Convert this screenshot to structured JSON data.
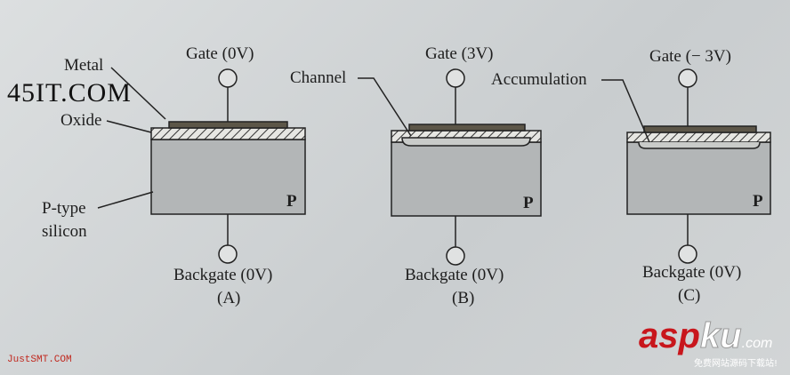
{
  "devices": [
    {
      "gate": "Gate (0V)",
      "backgate": "Backgate (0V)",
      "caption": "(A)",
      "substrate": "P"
    },
    {
      "gate": "Gate (3V)",
      "backgate": "Backgate (0V)",
      "caption": "(B)",
      "substrate": "P"
    },
    {
      "gate": "Gate (− 3V)",
      "backgate": "Backgate (0V)",
      "caption": "(C)",
      "substrate": "P"
    }
  ],
  "labels": {
    "metal": "Metal",
    "oxide": "Oxide",
    "ptype1": "P-type",
    "ptype2": "silicon",
    "channel": "Channel",
    "accumulation": "Accumulation"
  },
  "watermarks": {
    "site1": "45IT.COM",
    "site2": "JustSMT.COM",
    "logo_main": "asp",
    "logo_ku": "ku",
    "logo_com": ".com",
    "logo_sub": "免费网站源码下载站!"
  }
}
